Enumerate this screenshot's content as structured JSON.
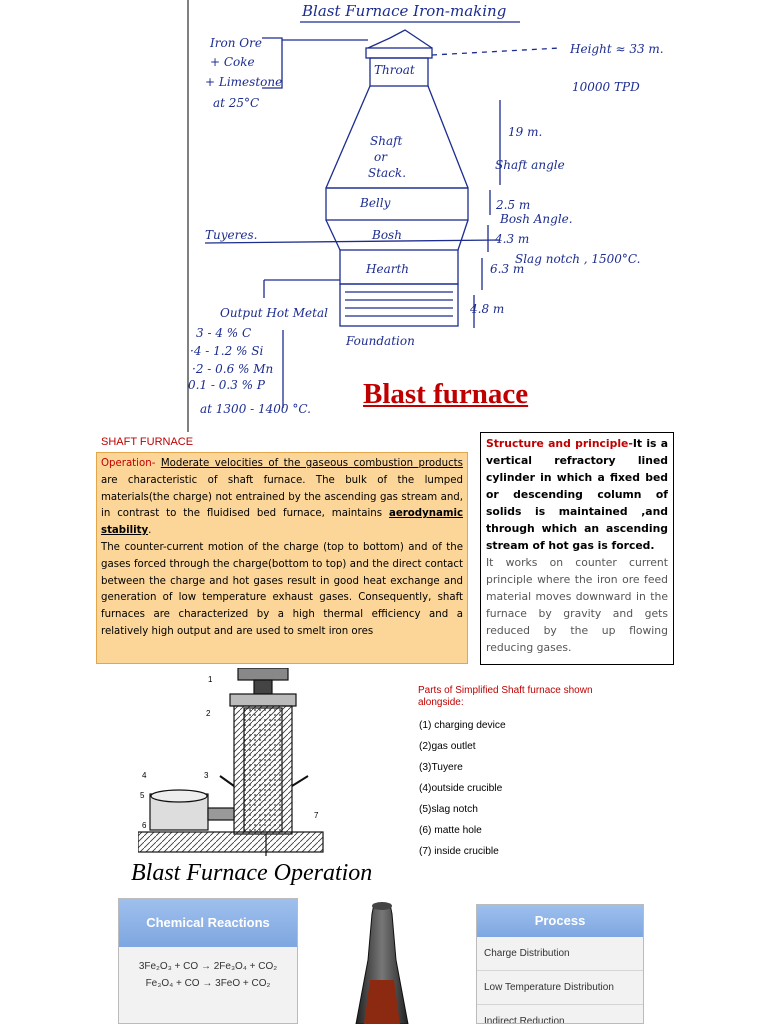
{
  "sketch": {
    "title": "Blast Furnace Iron-making",
    "charge_lines": [
      "Iron Ore",
      "+ Coke",
      "+ Limestone",
      "at 25°C"
    ],
    "height_note": "Height ≈ 33 m.",
    "capacity_note": "10000 TPD",
    "zones": [
      "Throat",
      "Shaft",
      "or",
      "Stack.",
      "Belly",
      "Bosh",
      "Hearth"
    ],
    "dimensions": [
      "19 m.",
      "2.5 m",
      "4.3 m",
      "6.3 m",
      "4.8 m"
    ],
    "angles": [
      "Shaft angle",
      "Bosh Angle."
    ],
    "tuyeres_label": "Tuyeres.",
    "slag_note": "Slag notch , 1500°C.",
    "output_label": "Output Hot Metal",
    "composition": [
      "3 - 4 % C",
      "·4 - 1.2 % Si",
      "·2 - 0.6 % Mn",
      "0.1 - 0.3 % P"
    ],
    "temperature_note": "at 1300 - 1400 °C.",
    "foundation_label": "Foundation"
  },
  "heading": "Blast furnace",
  "shaft_furnace_title": "SHAFT FURNACE",
  "operation": {
    "label": "Operation-",
    "underlined": "Moderate velocities of the gaseous combustion products",
    "text_1": " are characteristic of shaft furnace. The bulk of the lumped materials(the charge) not entrained by the ascending gas stream and, in contrast to the fluidised bed furnace, maintains ",
    "bold_term": "aerodynamic stability",
    "text_2": ".",
    "para_2": "The counter-current motion of the charge (top to bottom) and of the gases forced through the charge(bottom to top) and the direct contact between the charge and hot gases result in good heat exchange and generation of low temperature exhaust gases. Consequently, shaft furnaces are characterized by a high thermal efficiency and a relatively high output and are used to smelt iron ores"
  },
  "structure": {
    "label": "Structure and principle-",
    "text_1": "It is a vertical refractory lined cylinder in which a fixed bed or descending column of solids is maintained ,and through which an ascending stream of hot gas is forced.",
    "text_2": "It works on counter current principle where the iron ore feed material moves downward in the furnace by gravity and gets reduced by the up flowing reducing gases."
  },
  "parts": {
    "title": "Parts of Simplified Shaft furnace shown alongside:",
    "items": [
      "(1) charging device",
      "(2)gas outlet",
      "(3)Tuyere",
      "(4)outside crucible",
      "(5)slag notch",
      "(6) matte hole",
      " (7) inside crucible"
    ],
    "diagram_numbers": [
      "1",
      "2",
      "3",
      "4",
      "5",
      "6",
      "7"
    ]
  },
  "operation_title": "Blast Furnace Operation",
  "chem_panel": {
    "title": "Chemical Reactions",
    "equations": [
      "3Fe₂O₃ + CO → 2Fe₃O₄ + CO₂",
      "Fe₃O₄ + CO → 3FeO + CO₂"
    ]
  },
  "process_panel": {
    "title": "Process",
    "rows": [
      "Charge Distribution",
      "Low Temperature Distribution",
      "Indirect Reduction"
    ]
  },
  "colors": {
    "ink": "#1c2c8f",
    "heading_red": "#c00000",
    "operation_bg": "#fcd598",
    "panel_blue": "#7ea6e0"
  }
}
